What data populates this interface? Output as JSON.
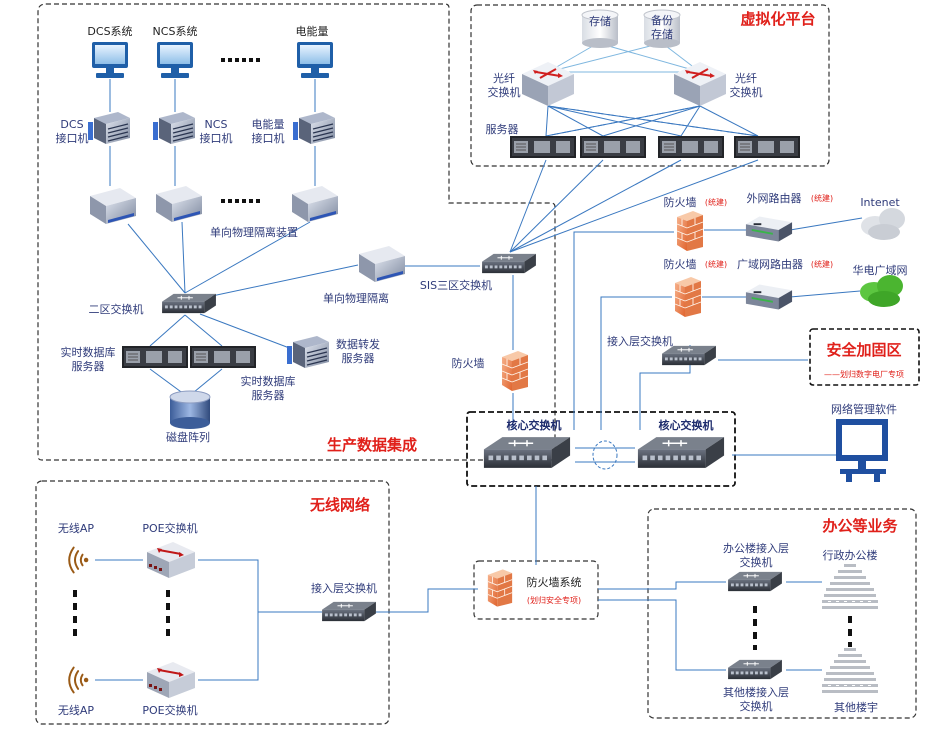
{
  "zones": {
    "production": "生产数据集成",
    "virtual": "虚拟化平台",
    "wireless": "无线网络",
    "office": "办公等业务",
    "security_title": "安全加固区",
    "security_sub": "——划归数字电厂专项"
  },
  "production": {
    "dcs_system": "DCS系统",
    "ncs_system": "NCS系统",
    "energy": "电能量",
    "ellipsis": "......",
    "dcs_iface_1": "DCS",
    "dcs_iface_2": "接口机",
    "ncs_iface_1": "NCS",
    "ncs_iface_2": "接口机",
    "energy_iface_1": "电能量",
    "energy_iface_2": "接口机",
    "isolation_device": "单向物理隔离装置",
    "zone2_switch": "二区交换机",
    "realtime_db_1a": "实时数据库",
    "realtime_db_1b": "服务器",
    "realtime_db_2a": "实时数据库",
    "realtime_db_2b": "服务器",
    "data_fwd_a": "数据转发",
    "data_fwd_b": "服务器",
    "disk_array": "磁盘阵列",
    "one_way_isolation": "单向物理隔离",
    "sis_switch": "SIS三区交换机",
    "firewall": "防火墙"
  },
  "virtual": {
    "storage": "存储",
    "backup_1": "备份",
    "backup_2": "存储",
    "fiber_left_1": "光纤",
    "fiber_left_2": "交换机",
    "fiber_right_1": "光纤",
    "fiber_right_2": "交换机",
    "servers": "服务器"
  },
  "outer": {
    "fw1": "防火墙",
    "fw1_note": "(统建)",
    "ext_router": "外网路由器",
    "ext_router_note": "(统建)",
    "internet": "Intenet",
    "fw2": "防火墙",
    "fw2_note": "(统建)",
    "wan_router": "广域网路由器",
    "wan_router_note": "(统建)",
    "huadian_wan": "华电广域网",
    "access_switch": "接入层交换机",
    "core_left": "核心交换机",
    "core_right": "核心交换机",
    "netmgmt": "网络管理软件"
  },
  "wireless": {
    "ap_top": "无线AP",
    "ap_bottom": "无线AP",
    "poe_top": "POE交换机",
    "poe_bottom": "POE交换机",
    "access_switch": "接入层交换机"
  },
  "center": {
    "fw_system": "防火墙系统",
    "fw_system_note": "(划归安全专项)"
  },
  "office": {
    "office_access_1": "办公楼接入层",
    "office_access_2": "交换机",
    "admin_bldg": "行政办公楼",
    "other_access_1": "其他楼接入层",
    "other_access_2": "交换机",
    "other_bldg": "其他楼宇"
  }
}
